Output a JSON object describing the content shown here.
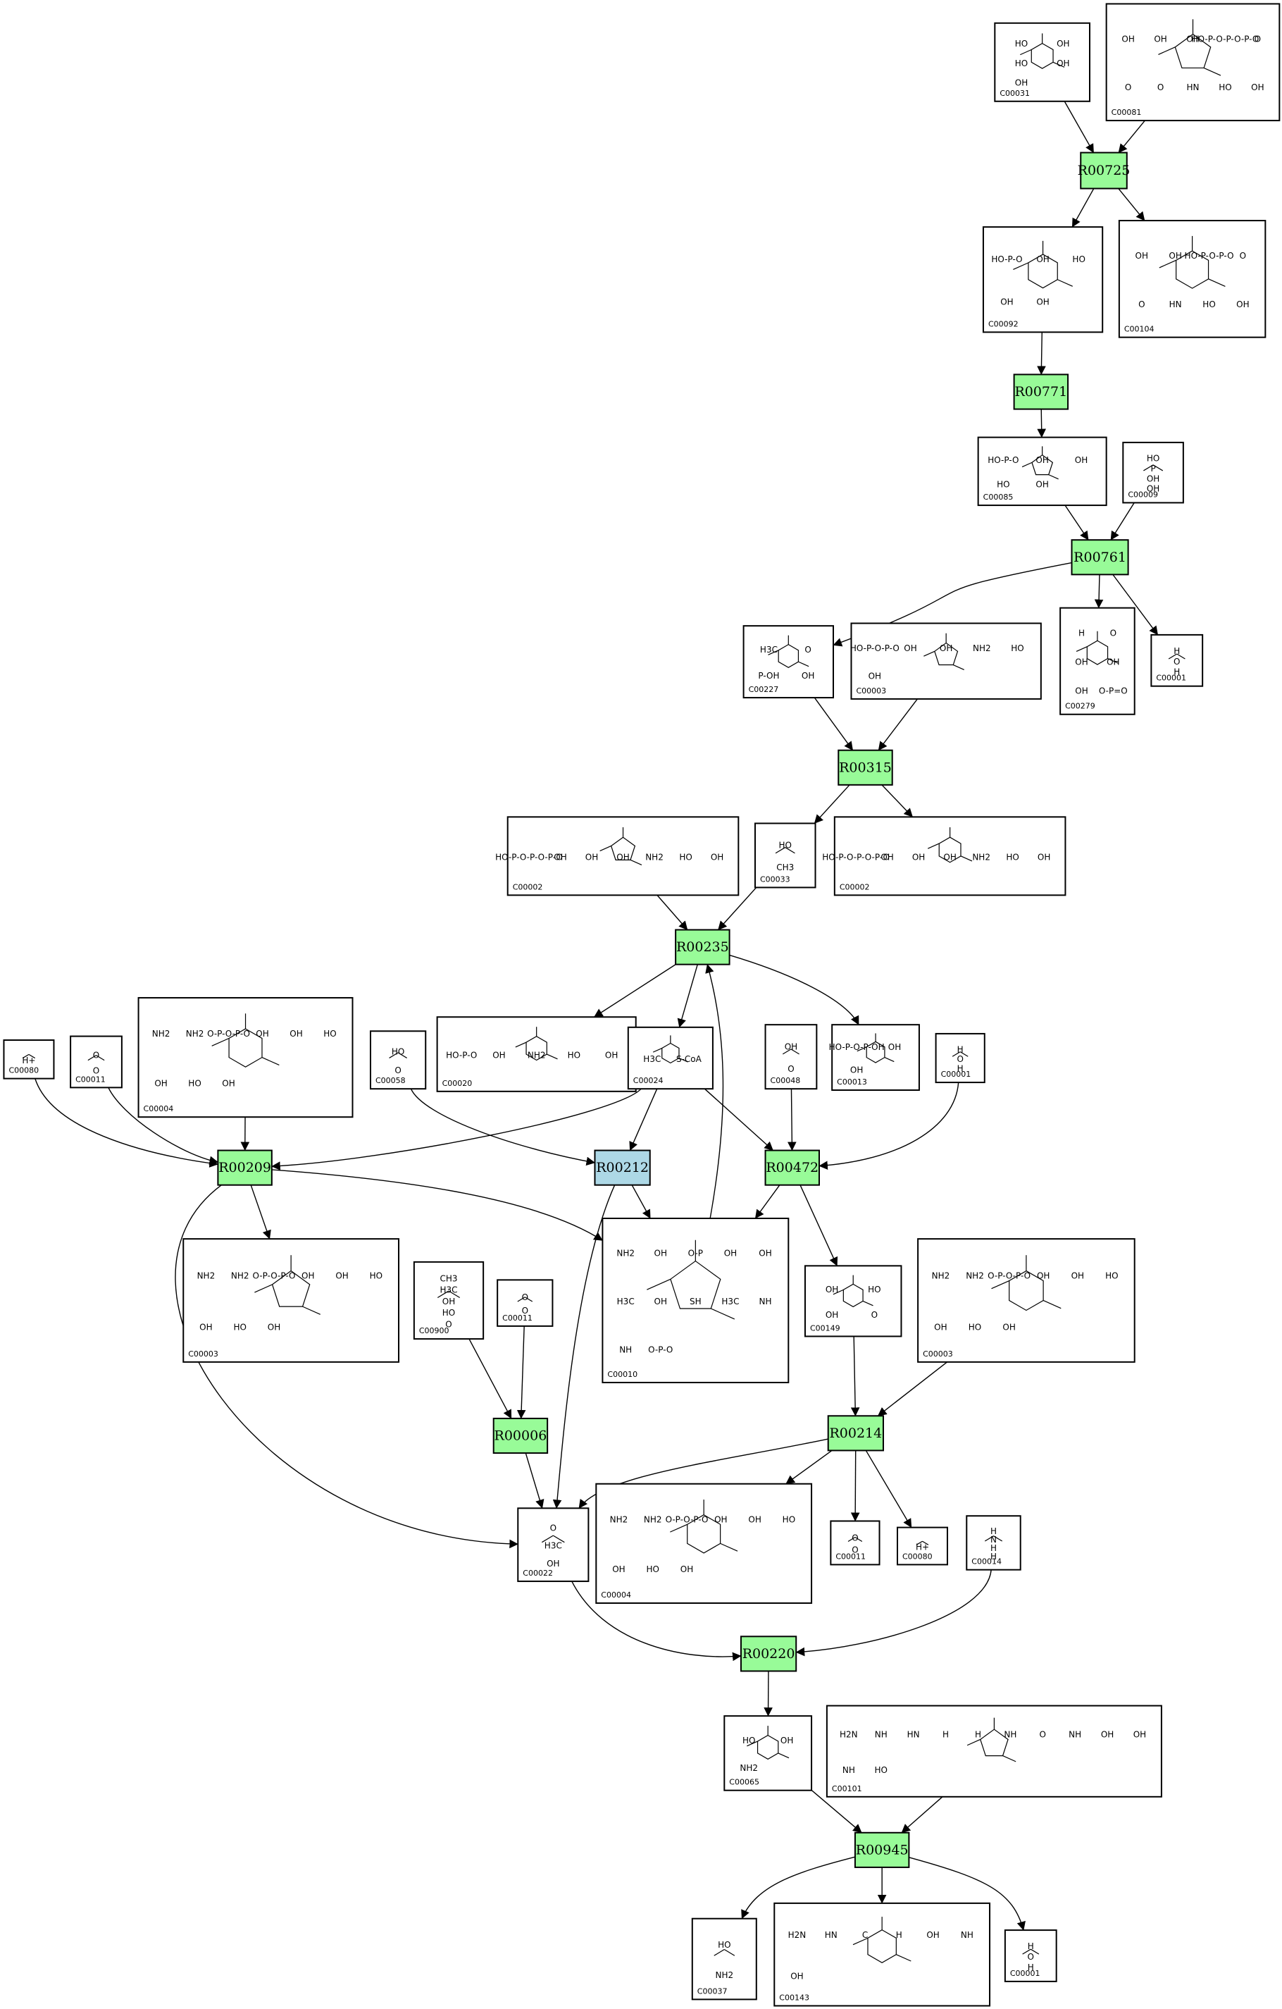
{
  "colors": {
    "reaction_green": "#98fb98",
    "reaction_blue": "#add8e6",
    "stroke": "#000000"
  },
  "compounds": [
    {
      "id": "c1",
      "label": "C00031",
      "atoms": [
        "HO",
        "OH",
        "HO",
        "OH",
        "OH"
      ]
    },
    {
      "id": "c2",
      "label": "C00081",
      "atoms": [
        "OH",
        "OH",
        "OH",
        "HO-P-O-P-O-P-O",
        "O",
        "O",
        "O",
        "HN",
        "HO",
        "OH"
      ]
    },
    {
      "id": "c3",
      "label": "C00092",
      "atoms": [
        "HO-P-O",
        "OH",
        "HO",
        "OH",
        "OH"
      ]
    },
    {
      "id": "c4",
      "label": "C00104",
      "atoms": [
        "OH",
        "OH",
        "HO-P-O-P-O",
        "O",
        "O",
        "HN",
        "HO",
        "OH"
      ]
    },
    {
      "id": "c5",
      "label": "C00085",
      "atoms": [
        "HO-P-O",
        "OH",
        "OH",
        "HO",
        "OH"
      ]
    },
    {
      "id": "c6",
      "label": "C00009",
      "atoms": [
        "HO",
        "P",
        "OH",
        "OH"
      ]
    },
    {
      "id": "c7",
      "label": "C00227",
      "atoms": [
        "H3C",
        "O",
        "P-OH",
        "OH"
      ]
    },
    {
      "id": "c8",
      "label": "C00003",
      "atoms": [
        "HO-P-O-P-O",
        "OH",
        "OH",
        "NH2",
        "HO",
        "OH"
      ]
    },
    {
      "id": "c9",
      "label": "C00279",
      "atoms": [
        "H",
        "O",
        "OH",
        "OH",
        "OH",
        "O-P=O"
      ]
    },
    {
      "id": "c10",
      "label": "C00001",
      "atoms": [
        "H",
        "O",
        "H"
      ]
    },
    {
      "id": "c11",
      "label": "C00002",
      "atoms": [
        "HO-P-O-P-O-P-O",
        "OH",
        "OH",
        "OH",
        "NH2",
        "HO",
        "OH"
      ]
    },
    {
      "id": "c12",
      "label": "C00033",
      "atoms": [
        "HO",
        "CH3"
      ]
    },
    {
      "id": "c13",
      "label": "C00002",
      "atoms": [
        "HO-P-O-P-O-P-O",
        "OH",
        "OH",
        "OH",
        "NH2",
        "HO",
        "OH"
      ]
    },
    {
      "id": "c14",
      "label": "C00080",
      "atoms": [
        "H+"
      ]
    },
    {
      "id": "c15",
      "label": "C00011",
      "atoms": [
        "O",
        "O"
      ]
    },
    {
      "id": "c16",
      "label": "C00004",
      "atoms": [
        "NH2",
        "NH2",
        "O-P-O-P-O",
        "OH",
        "OH",
        "HO",
        "OH",
        "HO",
        "OH"
      ]
    },
    {
      "id": "c17",
      "label": "C00058",
      "atoms": [
        "HO",
        "O"
      ]
    },
    {
      "id": "c18",
      "label": "C00020",
      "atoms": [
        "HO-P-O",
        "OH",
        "NH2",
        "HO",
        "OH"
      ]
    },
    {
      "id": "c19",
      "label": "C00024",
      "atoms": [
        "H3C",
        "S-CoA"
      ]
    },
    {
      "id": "c20",
      "label": "C00048",
      "atoms": [
        "OH",
        "O"
      ]
    },
    {
      "id": "c21",
      "label": "C00013",
      "atoms": [
        "HO-P-O-P-OH",
        "OH",
        "OH"
      ]
    },
    {
      "id": "c22",
      "label": "C00001",
      "atoms": [
        "H",
        "O",
        "H"
      ]
    },
    {
      "id": "c23",
      "label": "C00003",
      "atoms": [
        "NH2",
        "NH2",
        "O-P-O-P-O",
        "OH",
        "OH",
        "HO",
        "OH",
        "HO",
        "OH"
      ]
    },
    {
      "id": "c24",
      "label": "C00900",
      "atoms": [
        "CH3",
        "H3C",
        "OH",
        "HO",
        "O"
      ]
    },
    {
      "id": "c25",
      "label": "C00011",
      "atoms": [
        "O",
        "O"
      ]
    },
    {
      "id": "c26",
      "label": "C00010",
      "atoms": [
        "NH2",
        "OH",
        "O-P",
        "OH",
        "OH",
        "H3C",
        "OH",
        "SH",
        "H3C",
        "NH",
        "NH",
        "O-P-O"
      ]
    },
    {
      "id": "c27",
      "label": "C00149",
      "atoms": [
        "OH",
        "HO",
        "OH",
        "O"
      ]
    },
    {
      "id": "c28",
      "label": "C00003",
      "atoms": [
        "NH2",
        "NH2",
        "O-P-O-P-O",
        "OH",
        "OH",
        "HO",
        "OH",
        "HO",
        "OH"
      ]
    },
    {
      "id": "c29",
      "label": "C00022",
      "atoms": [
        "O",
        "H3C",
        "OH"
      ]
    },
    {
      "id": "c30",
      "label": "C00004",
      "atoms": [
        "NH2",
        "NH2",
        "O-P-O-P-O",
        "OH",
        "OH",
        "HO",
        "OH",
        "HO",
        "OH"
      ]
    },
    {
      "id": "c31",
      "label": "C00011",
      "atoms": [
        "O",
        "O"
      ]
    },
    {
      "id": "c32",
      "label": "C00080",
      "atoms": [
        "H+"
      ]
    },
    {
      "id": "c33",
      "label": "C00014",
      "atoms": [
        "H",
        "N",
        "H",
        "H"
      ]
    },
    {
      "id": "c34",
      "label": "C00065",
      "atoms": [
        "HO",
        "OH",
        "NH2"
      ]
    },
    {
      "id": "c35",
      "label": "C00101",
      "atoms": [
        "H2N",
        "NH",
        "HN",
        "H",
        "H",
        "NH",
        "O",
        "NH",
        "OH",
        "OH",
        "NH",
        "HO"
      ]
    },
    {
      "id": "c36",
      "label": "C00037",
      "atoms": [
        "HO",
        "NH2"
      ]
    },
    {
      "id": "c37",
      "label": "C00143",
      "atoms": [
        "H2N",
        "HN",
        "C",
        "H",
        "OH",
        "NH",
        "OH"
      ]
    },
    {
      "id": "c38",
      "label": "C00001",
      "atoms": [
        "H",
        "O",
        "H"
      ]
    }
  ],
  "reactions": [
    {
      "id": "r1",
      "label": "R00725",
      "color": "green"
    },
    {
      "id": "r2",
      "label": "R00771",
      "color": "green"
    },
    {
      "id": "r3",
      "label": "R00761",
      "color": "green"
    },
    {
      "id": "r4",
      "label": "R00315",
      "color": "green"
    },
    {
      "id": "r5",
      "label": "R00235",
      "color": "green"
    },
    {
      "id": "r6",
      "label": "R00209",
      "color": "green"
    },
    {
      "id": "r7",
      "label": "R00212",
      "color": "blue"
    },
    {
      "id": "r8",
      "label": "R00472",
      "color": "green"
    },
    {
      "id": "r9",
      "label": "R00006",
      "color": "green"
    },
    {
      "id": "r10",
      "label": "R00214",
      "color": "green"
    },
    {
      "id": "r11",
      "label": "R00220",
      "color": "green"
    },
    {
      "id": "r12",
      "label": "R00945",
      "color": "green"
    }
  ],
  "edges": [
    [
      "c1",
      "r1"
    ],
    [
      "c2",
      "r1"
    ],
    [
      "r1",
      "c3"
    ],
    [
      "r1",
      "c4"
    ],
    [
      "c3",
      "r2"
    ],
    [
      "r2",
      "c5"
    ],
    [
      "c5",
      "r3"
    ],
    [
      "c6",
      "r3"
    ],
    [
      "r3",
      "c7"
    ],
    [
      "r3",
      "c9"
    ],
    [
      "r3",
      "c10"
    ],
    [
      "c7",
      "r4"
    ],
    [
      "c8",
      "r4"
    ],
    [
      "r4",
      "c12"
    ],
    [
      "r4",
      "c13"
    ],
    [
      "c11",
      "r5"
    ],
    [
      "c12",
      "r5"
    ],
    [
      "r5",
      "c18"
    ],
    [
      "r5",
      "c19"
    ],
    [
      "r5",
      "c21"
    ],
    [
      "c26",
      "r5"
    ],
    [
      "c14",
      "r6"
    ],
    [
      "c15",
      "r6"
    ],
    [
      "c16",
      "r6"
    ],
    [
      "c19",
      "r6"
    ],
    [
      "r6",
      "c23"
    ],
    [
      "r6",
      "c26"
    ],
    [
      "r6",
      "c29"
    ],
    [
      "c17",
      "r7"
    ],
    [
      "c19",
      "r7"
    ],
    [
      "r7",
      "c26"
    ],
    [
      "r7",
      "c29"
    ],
    [
      "c19",
      "r8"
    ],
    [
      "c20",
      "r8"
    ],
    [
      "c22",
      "r8"
    ],
    [
      "r8",
      "c26"
    ],
    [
      "r8",
      "c27"
    ],
    [
      "c24",
      "r9"
    ],
    [
      "c25",
      "r9"
    ],
    [
      "r9",
      "c29"
    ],
    [
      "c27",
      "r10"
    ],
    [
      "c28",
      "r10"
    ],
    [
      "r10",
      "c29"
    ],
    [
      "r10",
      "c30"
    ],
    [
      "r10",
      "c31"
    ],
    [
      "r10",
      "c32"
    ],
    [
      "c29",
      "r11"
    ],
    [
      "c33",
      "r11"
    ],
    [
      "r11",
      "c34"
    ],
    [
      "c34",
      "r12"
    ],
    [
      "c35",
      "r12"
    ],
    [
      "r12",
      "c36"
    ],
    [
      "r12",
      "c37"
    ],
    [
      "r12",
      "c38"
    ]
  ]
}
